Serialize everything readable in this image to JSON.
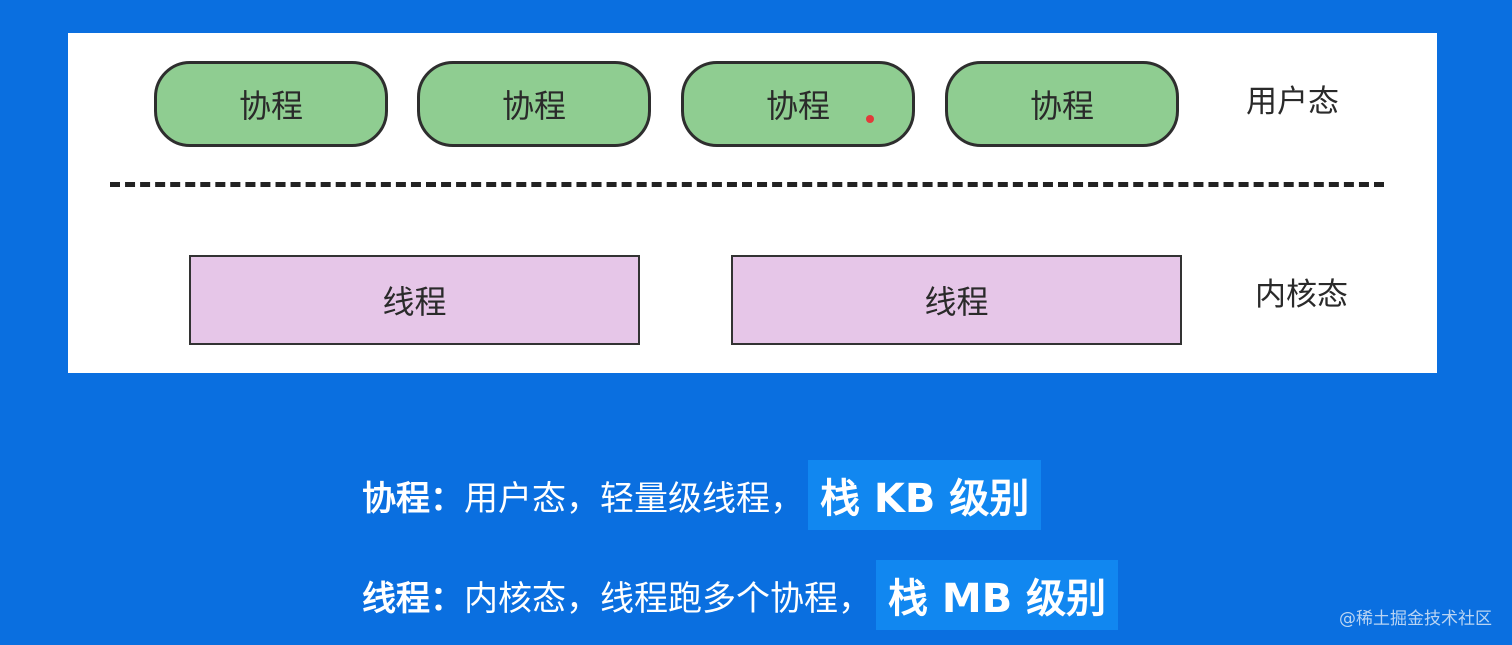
{
  "diagram": {
    "coroutines": [
      "协程",
      "协程",
      "协程",
      "协程"
    ],
    "threads": [
      "线程",
      "线程"
    ],
    "labels": {
      "user_mode": "用户态",
      "kernel_mode": "内核态"
    }
  },
  "captions": [
    {
      "term": "协程：",
      "desc": "用户态，轻量级线程，",
      "highlight": "栈 KB 级别"
    },
    {
      "term": "线程：",
      "desc": "内核态，线程跑多个协程，",
      "highlight": "栈 MB 级别"
    }
  ],
  "watermark": "@稀土掘金技术社区",
  "colors": {
    "background": "#0a6fe0",
    "coroutine_fill": "#8fcd91",
    "thread_fill": "#e6c6e8",
    "highlight": "#1187f0"
  }
}
